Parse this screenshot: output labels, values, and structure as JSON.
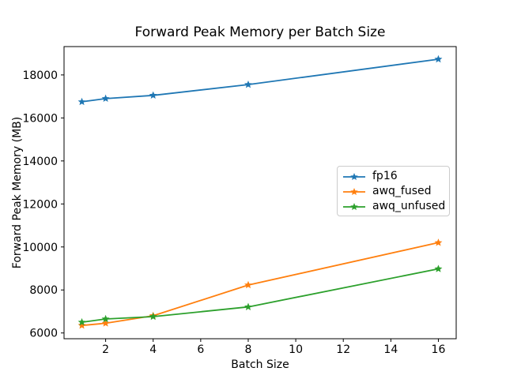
{
  "figure": {
    "background": "#ffffff"
  },
  "chart_data": {
    "type": "line",
    "title": "Forward Peak Memory per Batch Size",
    "xlabel": "Batch Size",
    "ylabel": "Forward Peak Memory (MB)",
    "x": [
      1,
      2,
      4,
      8,
      16
    ],
    "series": [
      {
        "name": "fp16",
        "color": "#1f77b4",
        "marker": "star",
        "values": [
          16750,
          16900,
          17050,
          17550,
          18730
        ]
      },
      {
        "name": "awq_fused",
        "color": "#ff7f0e",
        "marker": "star",
        "values": [
          6350,
          6450,
          6800,
          8230,
          10200
        ]
      },
      {
        "name": "awq_unfused",
        "color": "#2ca02c",
        "marker": "star",
        "values": [
          6500,
          6650,
          6760,
          7210,
          8980
        ]
      }
    ],
    "xlim": [
      0.25,
      16.75
    ],
    "ylim": [
      5732,
      19318
    ],
    "xticks": [
      2,
      4,
      6,
      8,
      10,
      12,
      14,
      16
    ],
    "yticks": [
      6000,
      8000,
      10000,
      12000,
      14000,
      16000,
      18000
    ],
    "grid": false,
    "legend_position": "center right",
    "axis_color": "#000000"
  }
}
